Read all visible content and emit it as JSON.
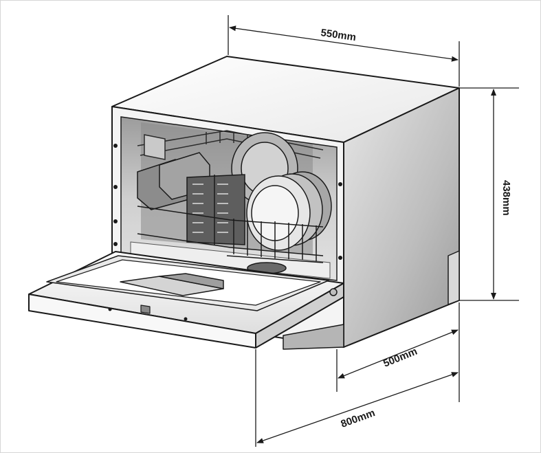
{
  "dimensions": {
    "width": "550mm",
    "height": "438mm",
    "depth": "500mm",
    "depth_door_open": "800mm"
  },
  "colors": {
    "line": "#1a1a1a",
    "body_light": "#f2f2f2",
    "body_side_dark": "#9a9a9a",
    "interior": "#7a7a7a"
  }
}
